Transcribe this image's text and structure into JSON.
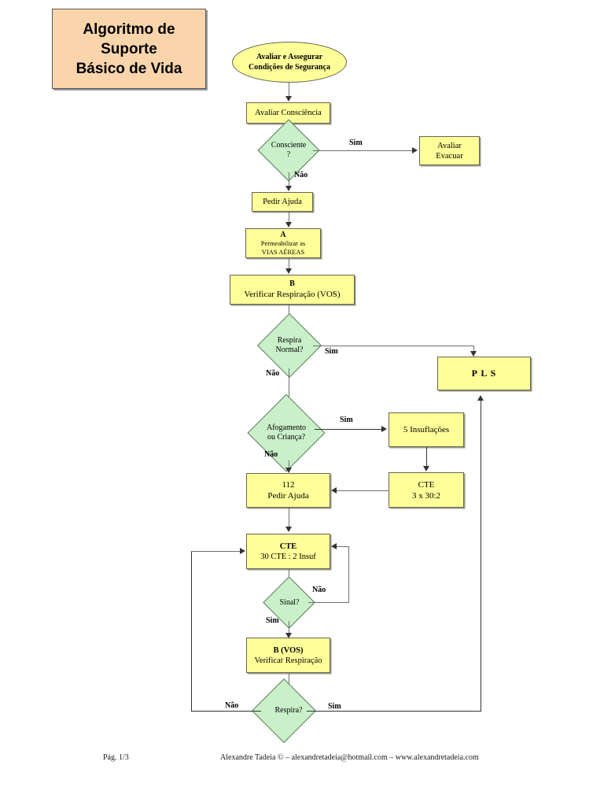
{
  "document": {
    "title_box": "Algoritmo de\nSuporte\nBásico de Vida",
    "title_box_color": "#fad5ab"
  },
  "palette": {
    "process_fill": "#ffff99",
    "decision_fill": "#c9f0c9",
    "title_fill": "#fad5ab",
    "line": "#6f6f6f",
    "arrow": "#333333"
  },
  "flowchart": {
    "nodes": {
      "start": {
        "label": "Avaliar e Assegurar\nCondições de Segurança",
        "shape": "ellipse"
      },
      "avaliar_consciencia": {
        "label": "Avaliar Consciência",
        "shape": "process"
      },
      "consciente": {
        "label": "Consciente\n?",
        "shape": "decision"
      },
      "avaliar_evacuar": {
        "label": "Avaliar\nEvacuar",
        "shape": "process"
      },
      "pedir_ajuda": {
        "label": "Pedir Ajuda",
        "shape": "process"
      },
      "via_aereas_title": {
        "label": "A",
        "shape": "process"
      },
      "via_aereas_body": {
        "label": "Permeabilizar as\nVIAS AÉREAS",
        "shape": "process"
      },
      "b_title": {
        "label": "B",
        "shape": "process"
      },
      "b_body": {
        "label": "Verificar Respiração (VOS)",
        "shape": "process"
      },
      "respira_normal": {
        "label": "Respira\nNormal?",
        "shape": "decision"
      },
      "pls": {
        "label": "P L S",
        "shape": "process"
      },
      "afogamento": {
        "label": "Afogamento\nou Criança?",
        "shape": "decision"
      },
      "insuflacoes": {
        "label": "5 Insuflações",
        "shape": "process"
      },
      "cte_3x30": {
        "label": "CTE\n3 x 30:2",
        "shape": "process"
      },
      "pedir_ajuda_112": {
        "label": "112\nPedir Ajuda",
        "shape": "process"
      },
      "cte_30_2_title": {
        "label": "CTE",
        "shape": "process"
      },
      "cte_30_2_body": {
        "label": "30 CTE : 2 Insuf",
        "shape": "process"
      },
      "sinal": {
        "label": "Sinal?",
        "shape": "decision"
      },
      "bvos_title": {
        "label": "B (VOS)",
        "shape": "process"
      },
      "bvos_body": {
        "label": "Verificar Respiração",
        "shape": "process"
      },
      "respira": {
        "label": "Respira?",
        "shape": "decision"
      }
    },
    "edge_labels": {
      "consciente_sim": "Sim",
      "consciente_nao": "Não",
      "respira_normal_sim": "Sim",
      "respira_normal_nao": "Não",
      "afogamento_sim": "Sim",
      "afogamento_nao": "Não",
      "sinal_nao": "Não",
      "sinal_sim": "Sim",
      "respira_nao": "Não",
      "respira_sim": "Sim"
    }
  },
  "footer": {
    "page": "Pág. 1/3",
    "credit": "Alexandre Tadeia © – alexandretadeia@hotmail.com – www.alexandretadeia.com"
  }
}
